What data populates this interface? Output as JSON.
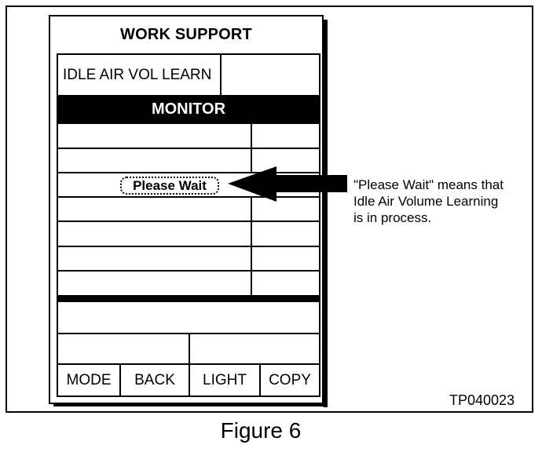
{
  "device": {
    "title": "WORK SUPPORT",
    "item": "IDLE AIR VOL LEARN",
    "monitor": "MONITOR",
    "status": "Please Wait",
    "buttons": [
      "MODE",
      "BACK",
      "LIGHT",
      "COPY"
    ]
  },
  "callout": {
    "lines": [
      "\"Please Wait\" means that",
      "Idle Air Volume Learning",
      "is in process."
    ]
  },
  "figure_code": "TP040023",
  "caption": "Figure 6"
}
